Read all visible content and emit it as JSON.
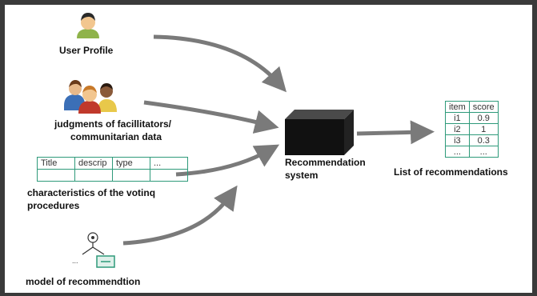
{
  "inputs": {
    "user_profile": "User Profile",
    "judgments_line1": "judgments of facillitators/",
    "judgments_line2": "communitarian data",
    "characteristics_line1": "characteristics of the votinq",
    "characteristics_line2": "procedures",
    "model": "model of recommendtion"
  },
  "characteristics_table": {
    "header": [
      "Title",
      "descrip",
      "type",
      "..."
    ]
  },
  "system": {
    "line1": "Recommendation",
    "line2": "system"
  },
  "output": {
    "label": "List of recommendations",
    "table": {
      "columns": [
        "item",
        "score"
      ],
      "rows": [
        [
          "i1",
          "0.9"
        ],
        [
          "i2",
          "1"
        ],
        [
          "i3",
          "0.3"
        ],
        [
          "...",
          "..."
        ]
      ]
    }
  },
  "colors": {
    "arrow": "#7a7a7a",
    "table_border": "#2e9a7a",
    "frame": "#3a3a3a",
    "box": "#111111"
  }
}
